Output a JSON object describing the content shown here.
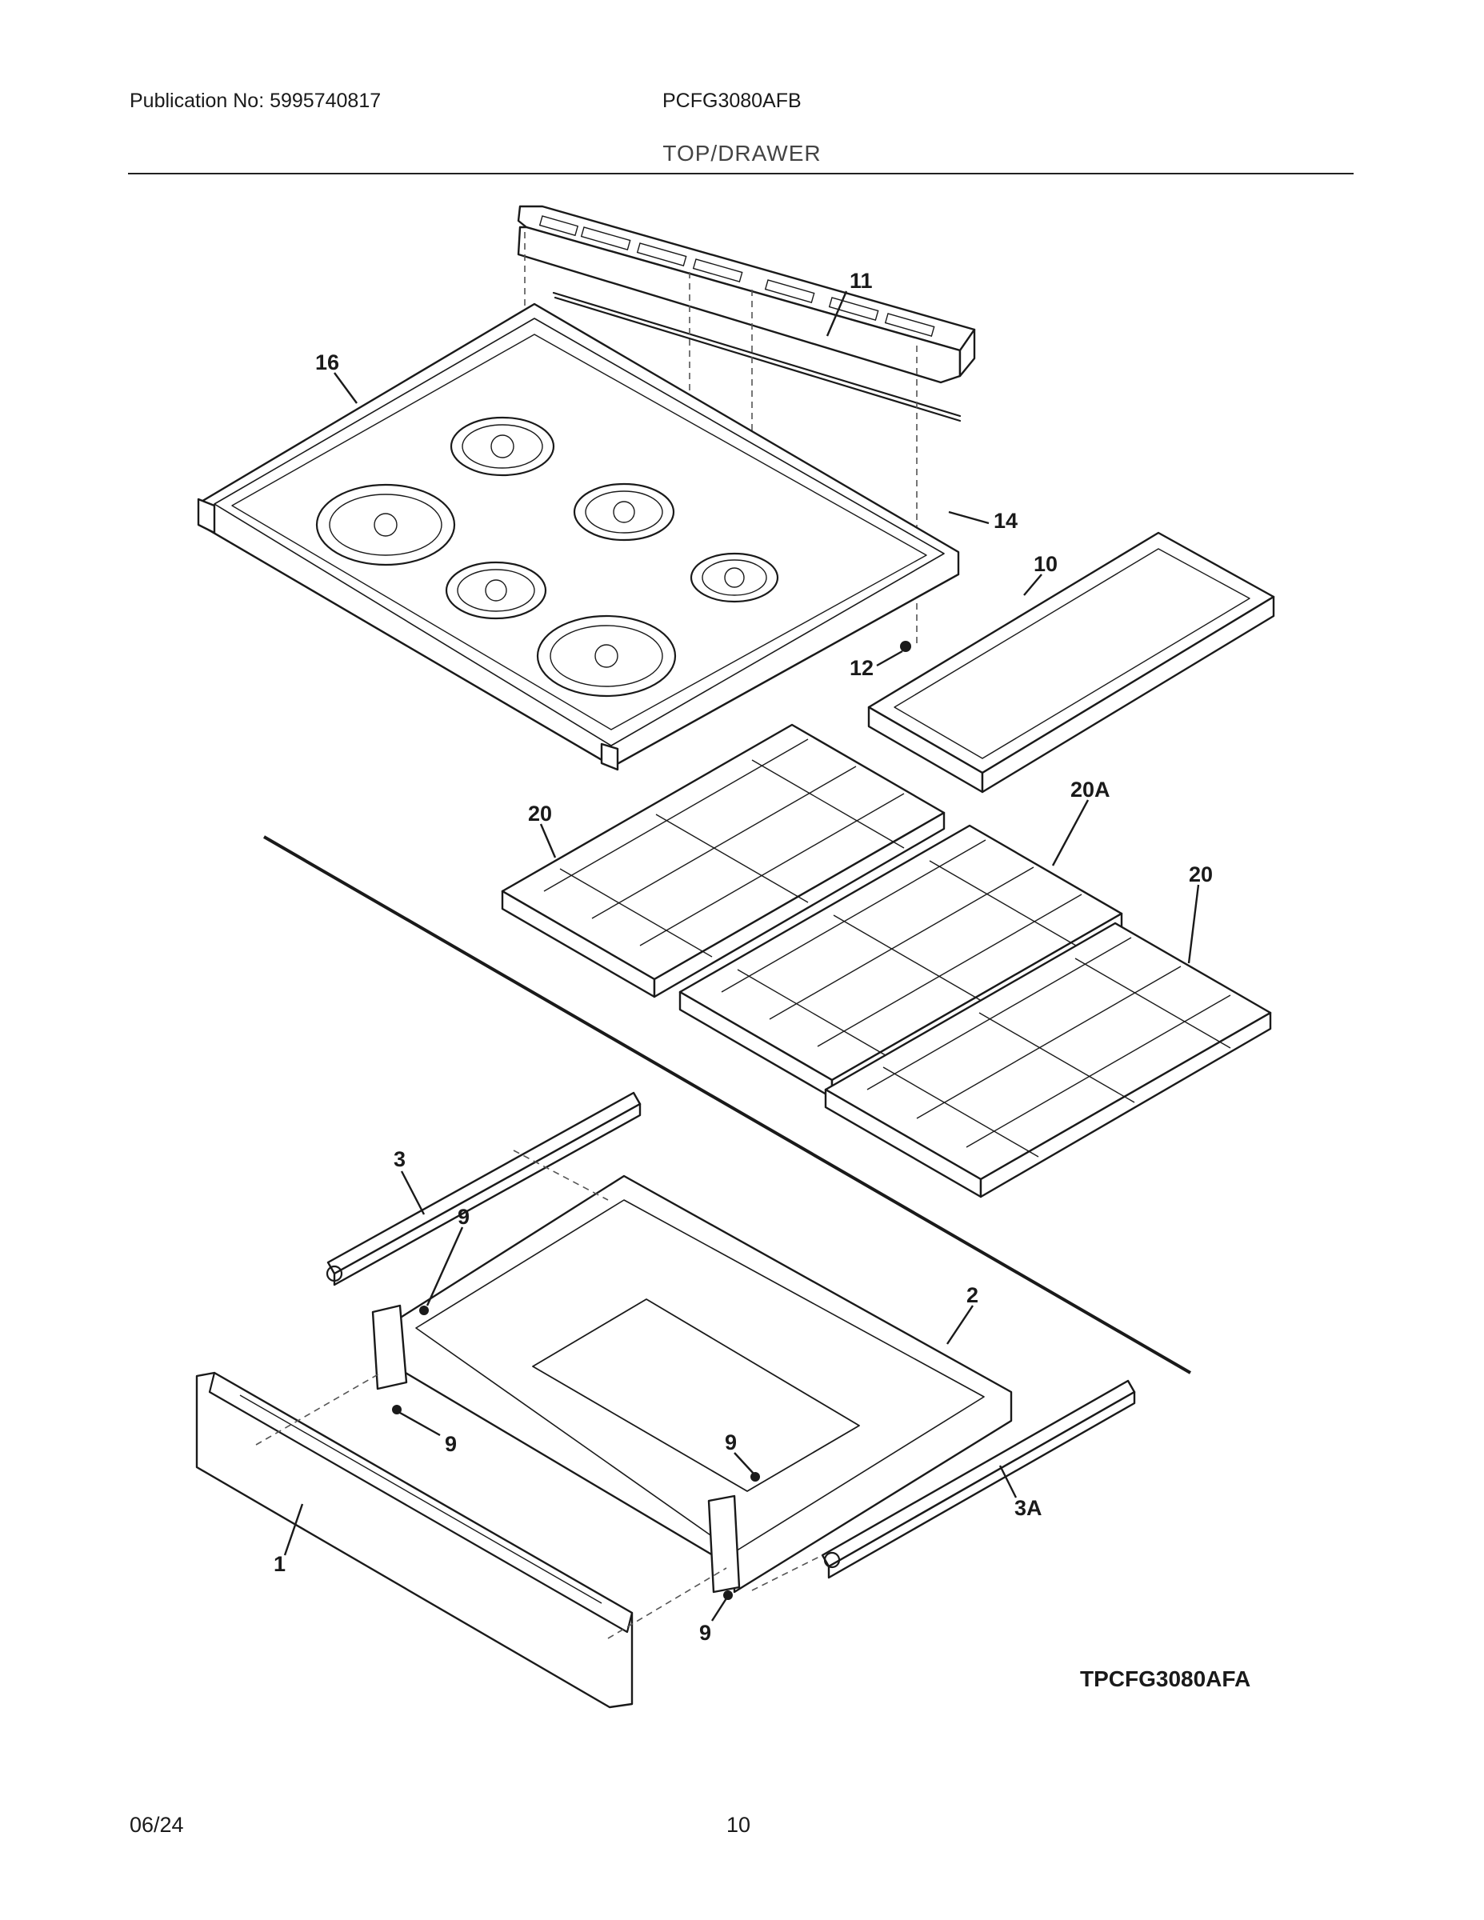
{
  "header": {
    "publication": "Publication No: 5995740817",
    "model": "PCFG3080AFB",
    "section": "TOP/DRAWER"
  },
  "diagram": {
    "callouts": [
      "16",
      "11",
      "14",
      "10",
      "12",
      "20A",
      "20",
      "20",
      "3",
      "9",
      "2",
      "9",
      "9",
      "3A",
      "1",
      "9"
    ],
    "code": "TPCFG3080AFA"
  },
  "footer": {
    "date": "06/24",
    "page": "10"
  }
}
